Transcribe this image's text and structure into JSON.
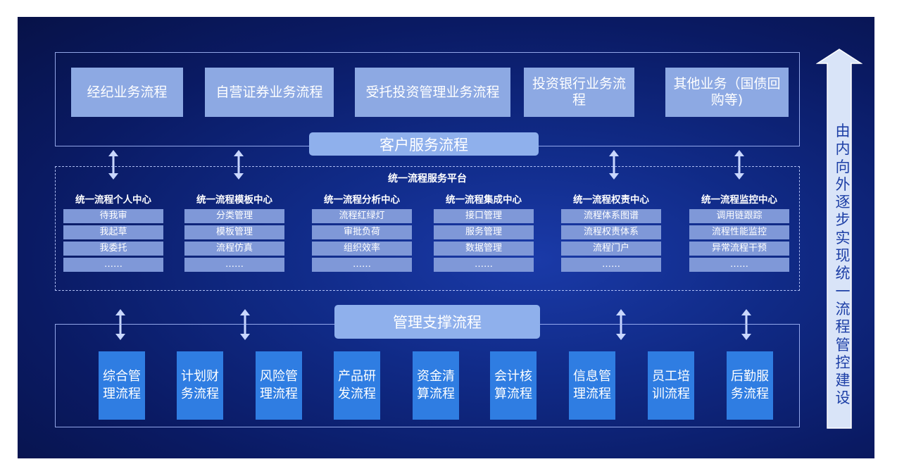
{
  "top_flows": [
    {
      "label": "经纪业务流程"
    },
    {
      "label": "自营证券业务流程"
    },
    {
      "label": "受托投资管理业务流程"
    },
    {
      "label": "投资银行业务流程"
    },
    {
      "label": "其他业务（国债回购等)"
    }
  ],
  "customer_banner": "客户服务流程",
  "platform": {
    "title": "统一流程服务平台",
    "centers": [
      {
        "title": "统一流程个人中心",
        "items": [
          "待我审",
          "我起草",
          "我委托",
          "……"
        ]
      },
      {
        "title": "统一流程模板中心",
        "items": [
          "分类管理",
          "模板管理",
          "流程仿真",
          "……"
        ]
      },
      {
        "title": "统一流程分析中心",
        "items": [
          "流程红绿灯",
          "审批负荷",
          "组织效率",
          "……"
        ]
      },
      {
        "title": "统一流程集成中心",
        "items": [
          "接口管理",
          "服务管理",
          "数据管理",
          "……"
        ]
      },
      {
        "title": "统一流程权责中心",
        "items": [
          "流程体系图谱",
          "流程权责体系",
          "流程门户",
          "……"
        ]
      },
      {
        "title": "统一流程监控中心",
        "items": [
          "调用链跟踪",
          "流程性能监控",
          "异常流程干预",
          "……"
        ]
      }
    ]
  },
  "management_banner": "管理支撑流程",
  "management_flows": [
    {
      "label": "综合管理流程"
    },
    {
      "label": "计划财务流程"
    },
    {
      "label": "风险管理流程"
    },
    {
      "label": "产品研发流程"
    },
    {
      "label": "资金清算流程"
    },
    {
      "label": "会计核算流程"
    },
    {
      "label": "信息管理流程"
    },
    {
      "label": "员工培训流程"
    },
    {
      "label": "后勤服务流程"
    }
  ],
  "side_arrow_text": "由内向外逐步实现统一流程管控建设",
  "icons": {
    "connector": "double-arrow-icon",
    "side": "up-arrow-icon"
  },
  "colors": {
    "background": "#0f2a86",
    "box": "#8da9e3",
    "row": "#7f98d8",
    "blue_box": "#2f7de2",
    "side_text": "#1d3fa6"
  }
}
